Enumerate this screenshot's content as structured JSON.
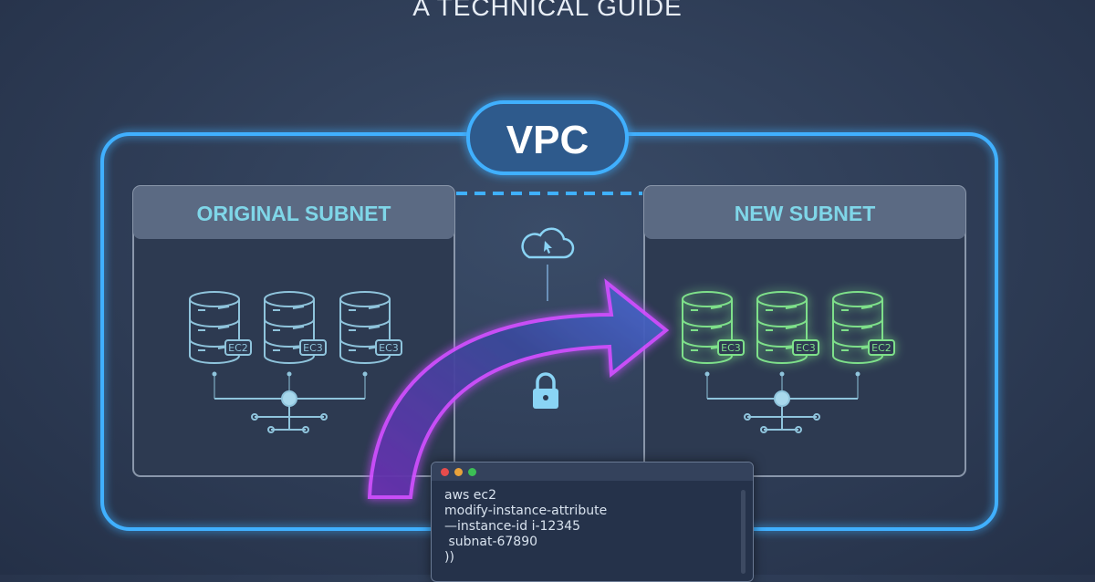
{
  "header": {
    "subtitle": "A TECHNICAL GUIDE"
  },
  "vpc": {
    "label": "VPC"
  },
  "subnets": {
    "original": {
      "title": "ORIGINAL SUBNET",
      "servers": [
        "EC2",
        "EC3",
        "EC3"
      ]
    },
    "new": {
      "title": "NEW SUBNET",
      "servers": [
        "EC3",
        "EC3",
        "EC2"
      ]
    }
  },
  "terminal": {
    "lines": [
      "aws ec2",
      "modify-instance-attribute",
      "—instance-id i-12345",
      " subnat-67890",
      "))"
    ]
  },
  "icons": [
    "cloud-cursor-icon",
    "lock-icon",
    "server-icon",
    "migration-arrow-icon"
  ],
  "colors": {
    "accent": "#3fb0ff",
    "original_text": "#7fd6e8",
    "new_glow": "#7ee08a",
    "arrow": "#c040ff"
  }
}
